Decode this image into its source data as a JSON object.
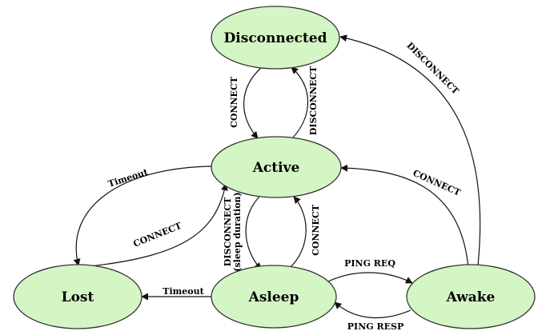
{
  "states": {
    "disconnected": "Disconnected",
    "active": "Active",
    "lost": "Lost",
    "asleep": "Asleep",
    "awake": "Awake"
  },
  "transitions": {
    "disconnected_to_active": "CONNECT",
    "active_to_disconnected": "DISCONNECT",
    "awake_to_disconnected": "DISCONNECT",
    "awake_to_active": "CONNECT",
    "active_to_lost": "Timeout",
    "lost_to_active": "CONNECT",
    "active_to_asleep_line1": "DISCONNECT",
    "active_to_asleep_line2": "(sleep duration)",
    "asleep_to_active": "CONNECT",
    "asleep_to_lost": "Timeout",
    "asleep_to_awake": "PING REQ",
    "awake_to_asleep": "PING RESP"
  },
  "colors": {
    "state_fill": "#d4f5c4",
    "state_stroke": "#333333",
    "edge": "#111111"
  }
}
